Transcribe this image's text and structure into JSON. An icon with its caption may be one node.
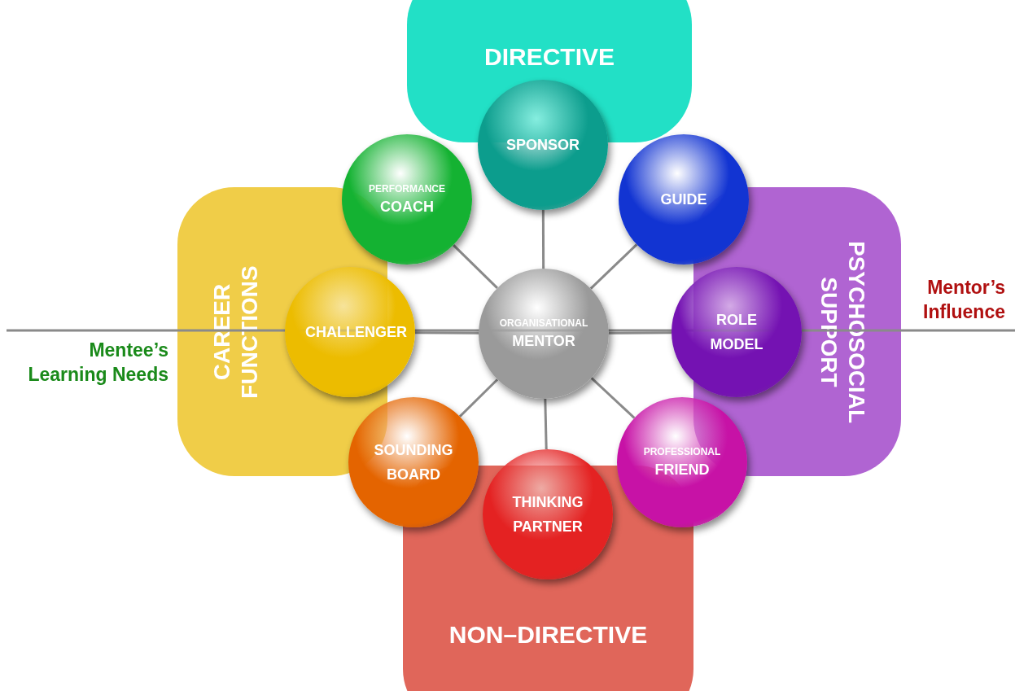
{
  "diagram": {
    "nodes": [
      {
        "text": [
          "DIRECTIVE"
        ]
      },
      {
        "text": [
          "PSYCHOSOCIAL SUPPORT"
        ]
      },
      {
        "text": [
          "NON–DIRECTIVE"
        ]
      },
      {
        "text": [
          "CAREER FUNCTIONS"
        ]
      },
      {
        "text": [
          "ORGANISATIONAL",
          "MENTOR"
        ]
      },
      {
        "text": [
          "SPONSOR"
        ]
      },
      {
        "text": [
          "GUIDE"
        ]
      },
      {
        "text": [
          "ROLE MODEL"
        ]
      },
      {
        "text": [
          "PROFESSIONAL",
          "FRIEND"
        ]
      },
      {
        "text": [
          "THINKING PARTNER"
        ]
      },
      {
        "text": [
          "SOUNDING BOARD"
        ]
      },
      {
        "text": [
          "CHALLENGER"
        ]
      },
      {
        "text": [
          "PERFORMANCE",
          "COACH"
        ]
      }
    ],
    "edges": [
      {
        "from": 4,
        "to": 5,
        "arrow": "none"
      },
      {
        "from": 4,
        "to": 6,
        "arrow": "none"
      },
      {
        "from": 4,
        "to": 7,
        "arrow": "none"
      },
      {
        "from": 4,
        "to": 8,
        "arrow": "none"
      },
      {
        "from": 4,
        "to": 9,
        "arrow": "none"
      },
      {
        "from": 4,
        "to": 10,
        "arrow": "none"
      },
      {
        "from": 4,
        "to": 11,
        "arrow": "none"
      },
      {
        "from": 4,
        "to": 12,
        "arrow": "none"
      }
    ],
    "labels": [
      "Mentor’s Influence",
      "Mentee’s Learning Needs"
    ]
  }
}
